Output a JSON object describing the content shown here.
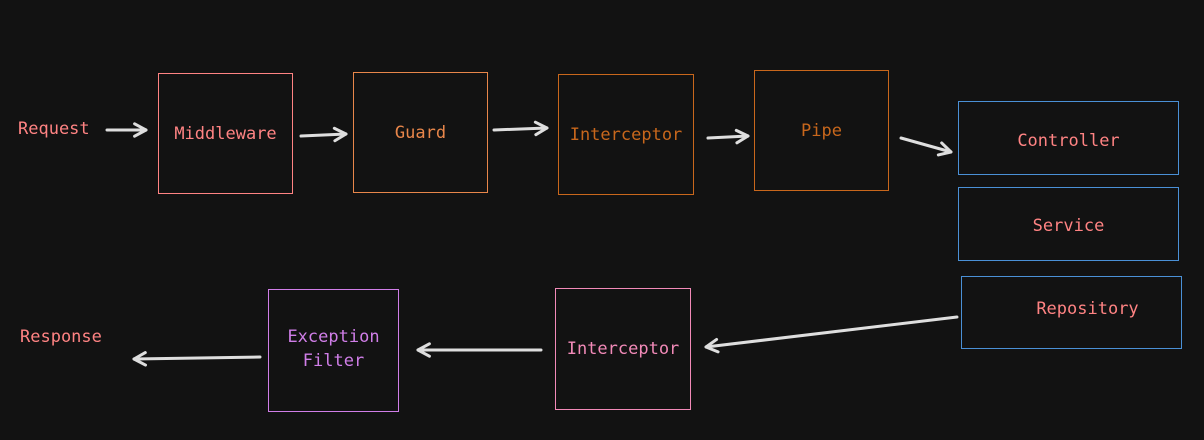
{
  "colors": {
    "background": "#121212",
    "salmon": "#ff8383",
    "orange": "#e8864a",
    "dark_orange": "#c8671c",
    "blue": "#4a90d6",
    "pink": "#f28ab8",
    "purple": "#d07ee8",
    "arrow": "#dedede"
  },
  "diagram": {
    "request_label": "Request",
    "response_label": "Response",
    "nodes": {
      "middleware": "Middleware",
      "guard": "Guard",
      "interceptor_in": "Interceptor",
      "pipe": "Pipe",
      "controller": "Controller",
      "service": "Service",
      "repository": "Repository",
      "interceptor_out": "Interceptor",
      "exception_filter": "Exception\nFilter"
    },
    "edges": [
      {
        "from": "request",
        "to": "middleware"
      },
      {
        "from": "middleware",
        "to": "guard"
      },
      {
        "from": "guard",
        "to": "interceptor_in"
      },
      {
        "from": "interceptor_in",
        "to": "pipe"
      },
      {
        "from": "pipe",
        "to": "controller"
      },
      {
        "from": "repository",
        "to": "interceptor_out"
      },
      {
        "from": "interceptor_out",
        "to": "exception_filter"
      },
      {
        "from": "exception_filter",
        "to": "response"
      }
    ]
  }
}
